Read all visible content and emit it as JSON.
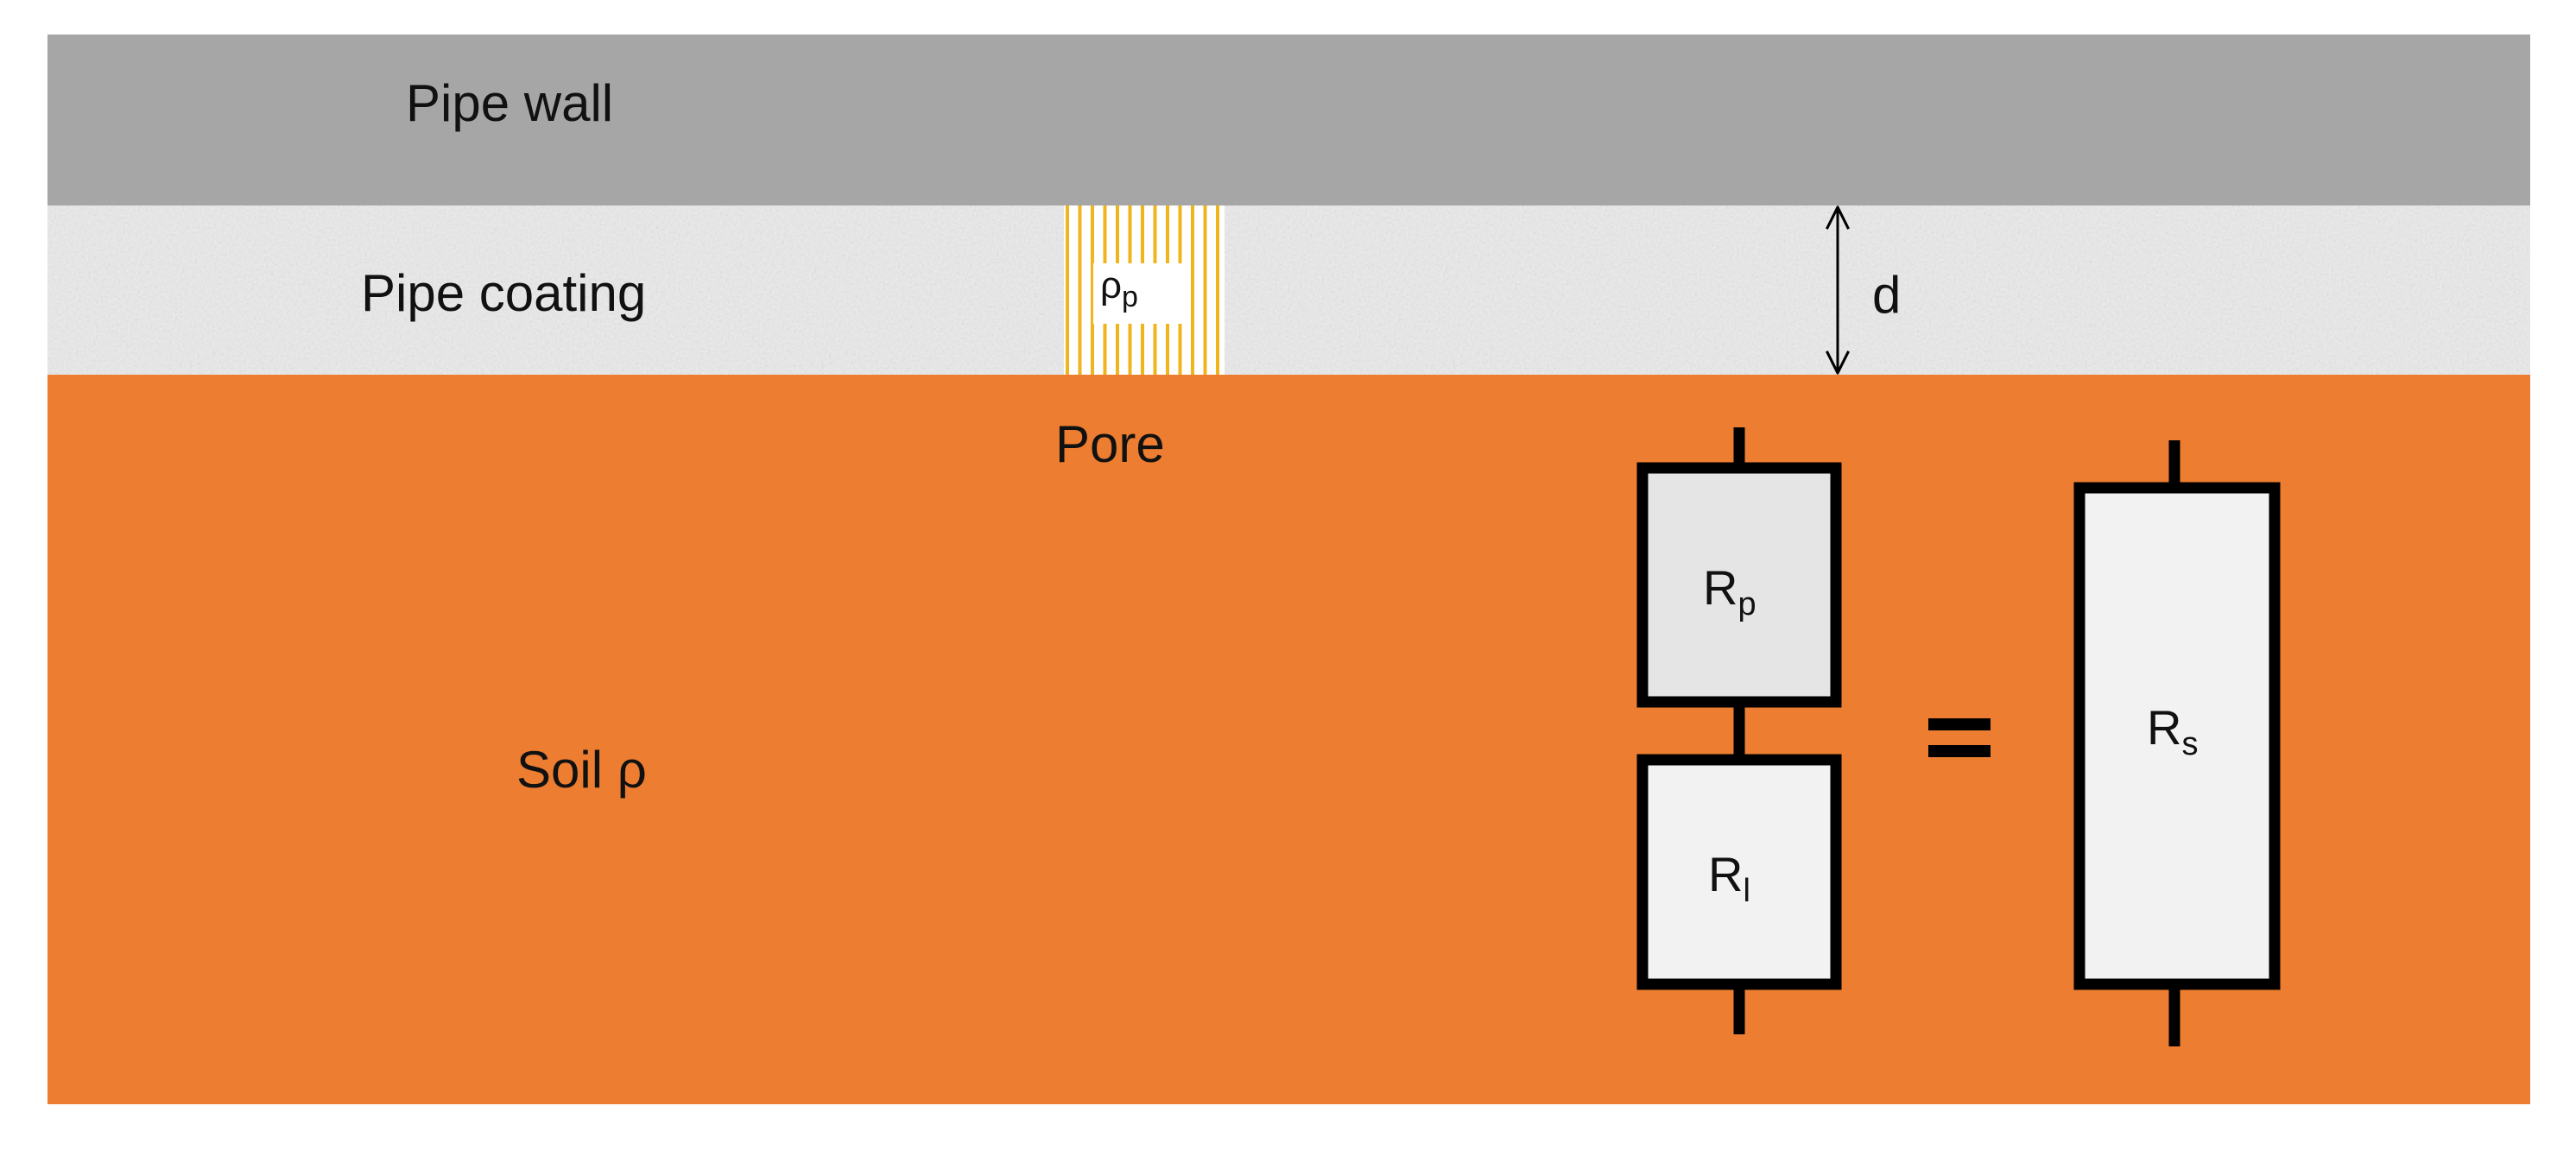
{
  "layers": {
    "wall": {
      "label": "Pipe wall",
      "color": "#a6a6a6"
    },
    "coating": {
      "label": "Pipe coating",
      "color": "#eaeaea"
    },
    "soil": {
      "label_main": "Soil ",
      "label_symbol": "ρ",
      "color": "#ed7d31"
    }
  },
  "pore": {
    "label": "Pore",
    "symbol": "ρ",
    "symbol_sub": "p",
    "stripe_color": "#f0b41c"
  },
  "thickness": {
    "label": "d"
  },
  "circuit": {
    "top_resistor": {
      "main": "R",
      "sub": "p",
      "fill": "#e6e5e6"
    },
    "bottom_resistor": {
      "main": "R",
      "sub": "l",
      "fill": "#f2f2f2"
    },
    "equals": "=",
    "equivalent_resistor": {
      "main": "R",
      "sub": "s",
      "fill": "#f2f2f2"
    }
  }
}
